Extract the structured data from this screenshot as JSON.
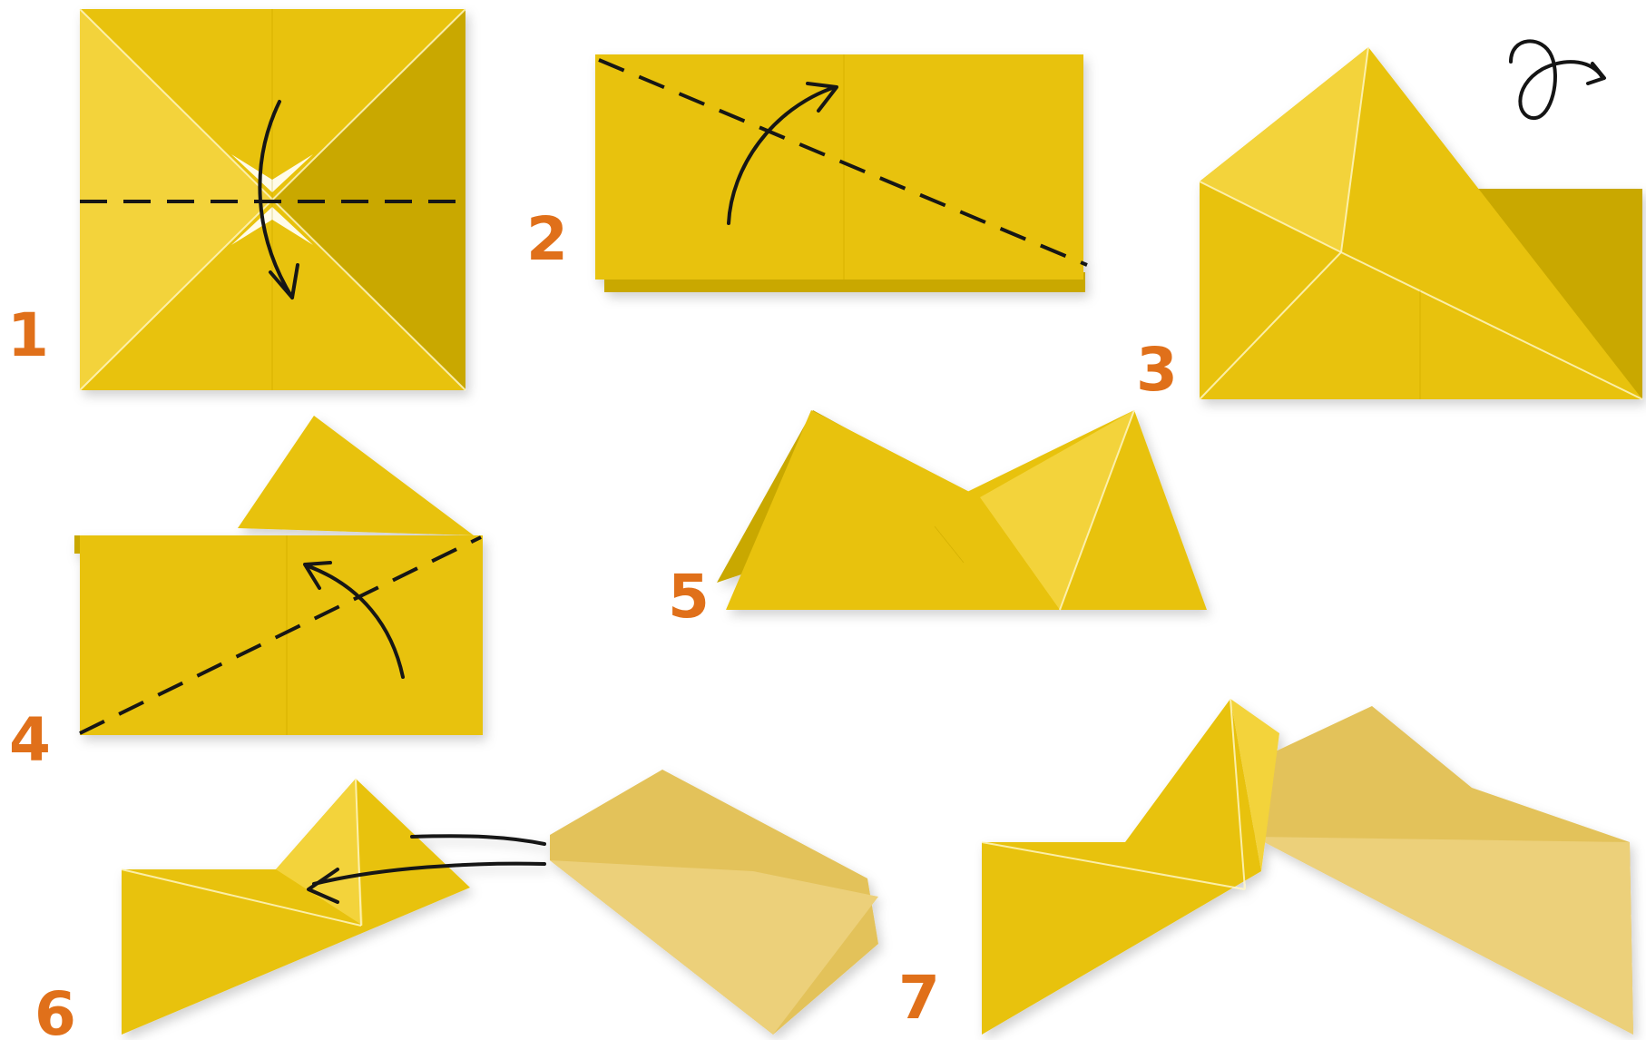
{
  "colors": {
    "paper": "#e8c20a",
    "paper_light": "#f3d33a",
    "paper_dark": "#c9a806",
    "paper_back": "#e3c25a",
    "paper_back_light": "#ecd07a",
    "line": "#141414",
    "label": "#e0701a"
  },
  "icons": {
    "turn_over": "turn-over-icon"
  },
  "steps": [
    {
      "label": "1"
    },
    {
      "label": "2"
    },
    {
      "label": "3"
    },
    {
      "label": "4"
    },
    {
      "label": "5"
    },
    {
      "label": "6"
    },
    {
      "label": "7"
    }
  ]
}
